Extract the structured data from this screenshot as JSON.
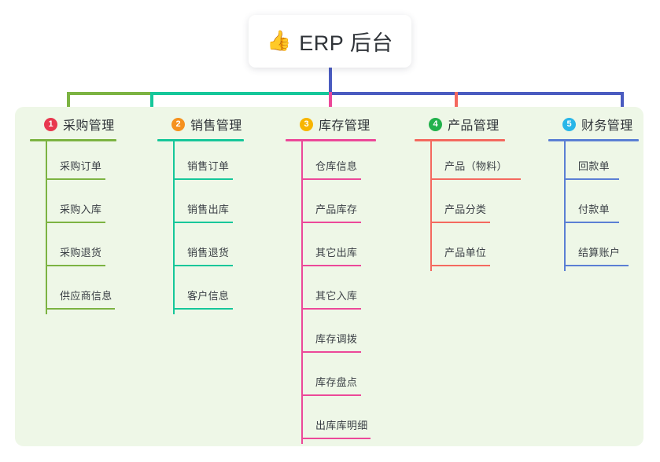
{
  "root": {
    "icon": "thumbs-up-icon",
    "emoji": "👍",
    "title": "ERP 后台"
  },
  "panel": {
    "background_color": "#eef7e7"
  },
  "connector_colors": {
    "stem": "#4a5bc0",
    "bar_left": "#7cb342",
    "bar_mid": "#16c79a",
    "bar_right": "#4a5bc0",
    "drop_1": "#7cb342",
    "drop_2": "#16c79a",
    "drop_3": "#ec4899",
    "drop_4": "#f4695f",
    "drop_5": "#4a5bc0"
  },
  "columns": [
    {
      "number": "1",
      "title": "采购管理",
      "badge_color": "#e8384f",
      "line_color": "#7cb342",
      "children": [
        {
          "label": "采购订单"
        },
        {
          "label": "采购入库"
        },
        {
          "label": "采购退货"
        },
        {
          "label": "供应商信息"
        }
      ]
    },
    {
      "number": "2",
      "title": "销售管理",
      "badge_color": "#f5911e",
      "line_color": "#16c79a",
      "children": [
        {
          "label": "销售订单"
        },
        {
          "label": "销售出库"
        },
        {
          "label": "销售退货"
        },
        {
          "label": "客户信息"
        }
      ]
    },
    {
      "number": "3",
      "title": "库存管理",
      "badge_color": "#f7b500",
      "line_color": "#ec4899",
      "children": [
        {
          "label": "仓库信息"
        },
        {
          "label": "产品库存"
        },
        {
          "label": "其它出库"
        },
        {
          "label": "其它入库"
        },
        {
          "label": "库存调拨"
        },
        {
          "label": "库存盘点"
        },
        {
          "label": "出库库明细"
        }
      ]
    },
    {
      "number": "4",
      "title": "产品管理",
      "badge_color": "#22b14c",
      "line_color": "#f4695f",
      "children": [
        {
          "label": "产品（物料）"
        },
        {
          "label": "产品分类"
        },
        {
          "label": "产品单位"
        }
      ]
    },
    {
      "number": "5",
      "title": "财务管理",
      "badge_color": "#29b6e8",
      "line_color": "#5b7fd4",
      "children": [
        {
          "label": "回款单"
        },
        {
          "label": "付款单"
        },
        {
          "label": "结算账户"
        }
      ]
    }
  ]
}
